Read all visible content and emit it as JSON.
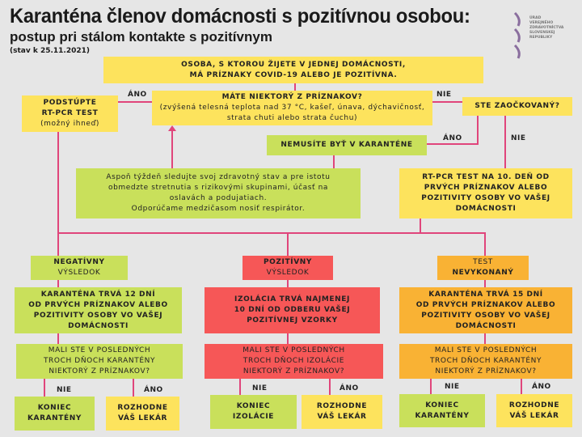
{
  "title": "Karanténa členov domácnosti s pozitívnou osobou:",
  "subtitle": "postup pri stálom kontakte s pozitívnym",
  "date": "(stav k 25.11.2021)",
  "logo": {
    "lines": [
      "ÚRAD",
      "VEREJNÉHO",
      "ZDRAVOTNÍCTVA",
      "SLOVENSKEJ",
      "REPUBLIKY"
    ]
  },
  "start": [
    "OSOBA, S KTOROU ŽIJETE V JEDNEJ DOMÁCNOSTI,",
    "MÁ PRÍZNAKY COVID-19 ALEBO JE POZITÍVNA."
  ],
  "symptoms": {
    "q": "MÁTE NIEKTORÝ Z PRÍZNAKOV?",
    "detail1": "(zvýšená telesná teplota nad 37 °C, kašeľ, únava, dýchavičnosť,",
    "detail2": "strata chuti alebo strata čuchu)"
  },
  "test": [
    "PODSTÚPTE",
    "RT-PCR TEST",
    "(možný ihneď)"
  ],
  "vaccinated": "STE ZAOČKOVANÝ?",
  "no_quarantine": "NEMUSÍTE BYŤ V KARANTÉNE",
  "advice": [
    "Aspoň týždeň sledujte svoj zdravotný stav a pre istotu",
    "obmedzte stretnutia s rizikovými skupinami, účasť na",
    "oslavách a podujatiach.",
    "Odporúčame medzičasom nosiť respirátor."
  ],
  "test10": [
    "RT-PCR TEST NA 10. DEŇ OD",
    "PRVÝCH PRÍZNAKOV ALEBO",
    "POZITIVITY OSOBY VO VAŠEJ",
    "DOMÁCNOSTI"
  ],
  "labels": {
    "yes": "ÁNO",
    "no": "NIE"
  },
  "results": [
    {
      "h1": "NEGATÍVNY",
      "h2": "VÝSLEDOK",
      "d": [
        "KARANTÉNA TRVÁ 12 DNÍ",
        "OD PRVÝCH PRÍZNAKOV ALEBO",
        "POZITIVITY OSOBY VO VAŠEJ",
        "DOMÁCNOSTI"
      ],
      "q": [
        "MALI STE V POSLEDNÝCH",
        "TROCH DŇOCH KARANTÉNY",
        "NIEKTORÝ Z PRÍZNAKOV?"
      ],
      "end": [
        "KONIEC",
        "KARANTÉNY"
      ],
      "doc": [
        "ROZHODNE",
        "VÁŠ LEKÁR"
      ]
    },
    {
      "h1": "POZITÍVNY",
      "h2": "VÝSLEDOK",
      "d": [
        "IZOLÁCIA TRVÁ NAJMENEJ",
        "10 DNÍ OD ODBERU VAŠEJ",
        "POZITÍVNEJ VZORKY"
      ],
      "q": [
        "MALI STE V POSLEDNÝCH",
        "TROCH DŇOCH IZOLÁCIE",
        "NIEKTORÝ Z PRÍZNAKOV?"
      ],
      "end": [
        "KONIEC",
        "IZOLÁCIE"
      ],
      "doc": [
        "ROZHODNE",
        "VÁŠ LEKÁR"
      ]
    },
    {
      "h1": "TEST",
      "h2": "NEVYKONANÝ",
      "d": [
        "KARANTÉNA TRVÁ 15 DNÍ",
        "OD PRVÝCH PRÍZNAKOV ALEBO",
        "POZITIVITY OSOBY VO VAŠEJ",
        "DOMÁCNOSTI"
      ],
      "q": [
        "MALI STE V POSLEDNÝCH",
        "TROCH DŇOCH KARANTÉNY",
        "NIEKTORÝ Z PRÍZNAKOV?"
      ],
      "end": [
        "KONIEC",
        "KARANTÉNY"
      ],
      "doc": [
        "ROZHODNE",
        "VÁŠ LEKÁR"
      ]
    }
  ]
}
